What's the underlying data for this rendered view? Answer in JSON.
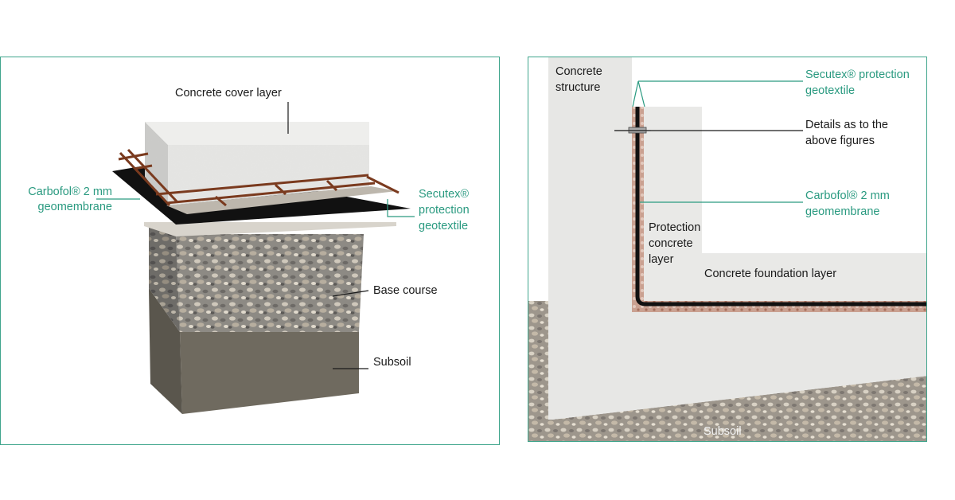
{
  "left": {
    "concrete_cover": "Concrete cover layer",
    "carbofol": [
      "Carbofol® 2 mm",
      "geomembrane"
    ],
    "secutex": [
      "Secutex®",
      "protection",
      "geotextile"
    ],
    "base_course": "Base course",
    "subsoil": "Subsoil"
  },
  "right": {
    "concrete_structure": [
      "Concrete",
      "structure"
    ],
    "secutex": [
      "Secutex® protection",
      "geotextile"
    ],
    "details": [
      "Details as to the",
      "above figures"
    ],
    "carbofol": [
      "Carbofol® 2 mm",
      "geomembrane"
    ],
    "protection_concrete": [
      "Protection",
      "concrete",
      "layer"
    ],
    "foundation": "Concrete foundation layer",
    "subsoil": "Subsoil"
  },
  "colors": {
    "frame": "#3fa58c",
    "callout_teal": "#2a9a80",
    "text_dark": "#1a1a1a",
    "membrane": "#111111",
    "rebar": "#7a3a1e"
  }
}
